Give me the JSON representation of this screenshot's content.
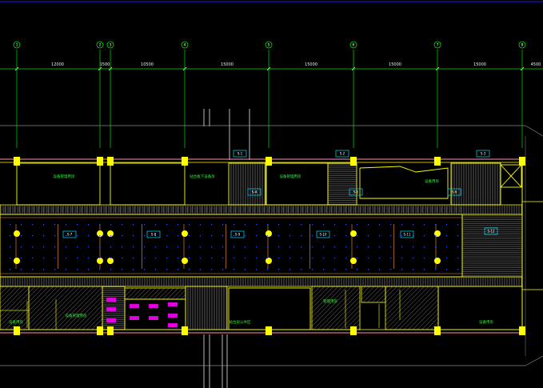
{
  "drawing": {
    "axes": [
      {
        "id": "1"
      },
      {
        "id": "2"
      },
      {
        "id": "3"
      },
      {
        "id": "4"
      },
      {
        "id": "5"
      },
      {
        "id": "6"
      },
      {
        "id": "7"
      },
      {
        "id": "8"
      }
    ],
    "dimensions": [
      "12000",
      "1500",
      "10500",
      "15000",
      "15000",
      "15000",
      "15000",
      "4500"
    ],
    "rooms": [
      "设备管理用房",
      "站台板下设备房",
      "设备管理用房",
      "设备用房",
      "站台层公共区",
      "设备管理用房",
      "设备用房",
      "管理用房",
      "设备用房"
    ],
    "tags": [
      "S-1",
      "S-2",
      "S-3",
      "S-4",
      "S-5",
      "S-6",
      "S-7",
      "S-8",
      "S-9",
      "S-10",
      "S-11",
      "S-12"
    ],
    "colors": {
      "background": "#000000",
      "axis_line": "#00e000",
      "wall": "#ffff00",
      "column": "#ffff00",
      "slab_edge": "#ff8fb0",
      "platform_edge": "#ff9a30",
      "equipment": "#e000e0",
      "hatch": "#b0b0b0",
      "tag": "#00e0ff",
      "text": "#3cf03c",
      "title_rule": "#1010b0"
    }
  }
}
